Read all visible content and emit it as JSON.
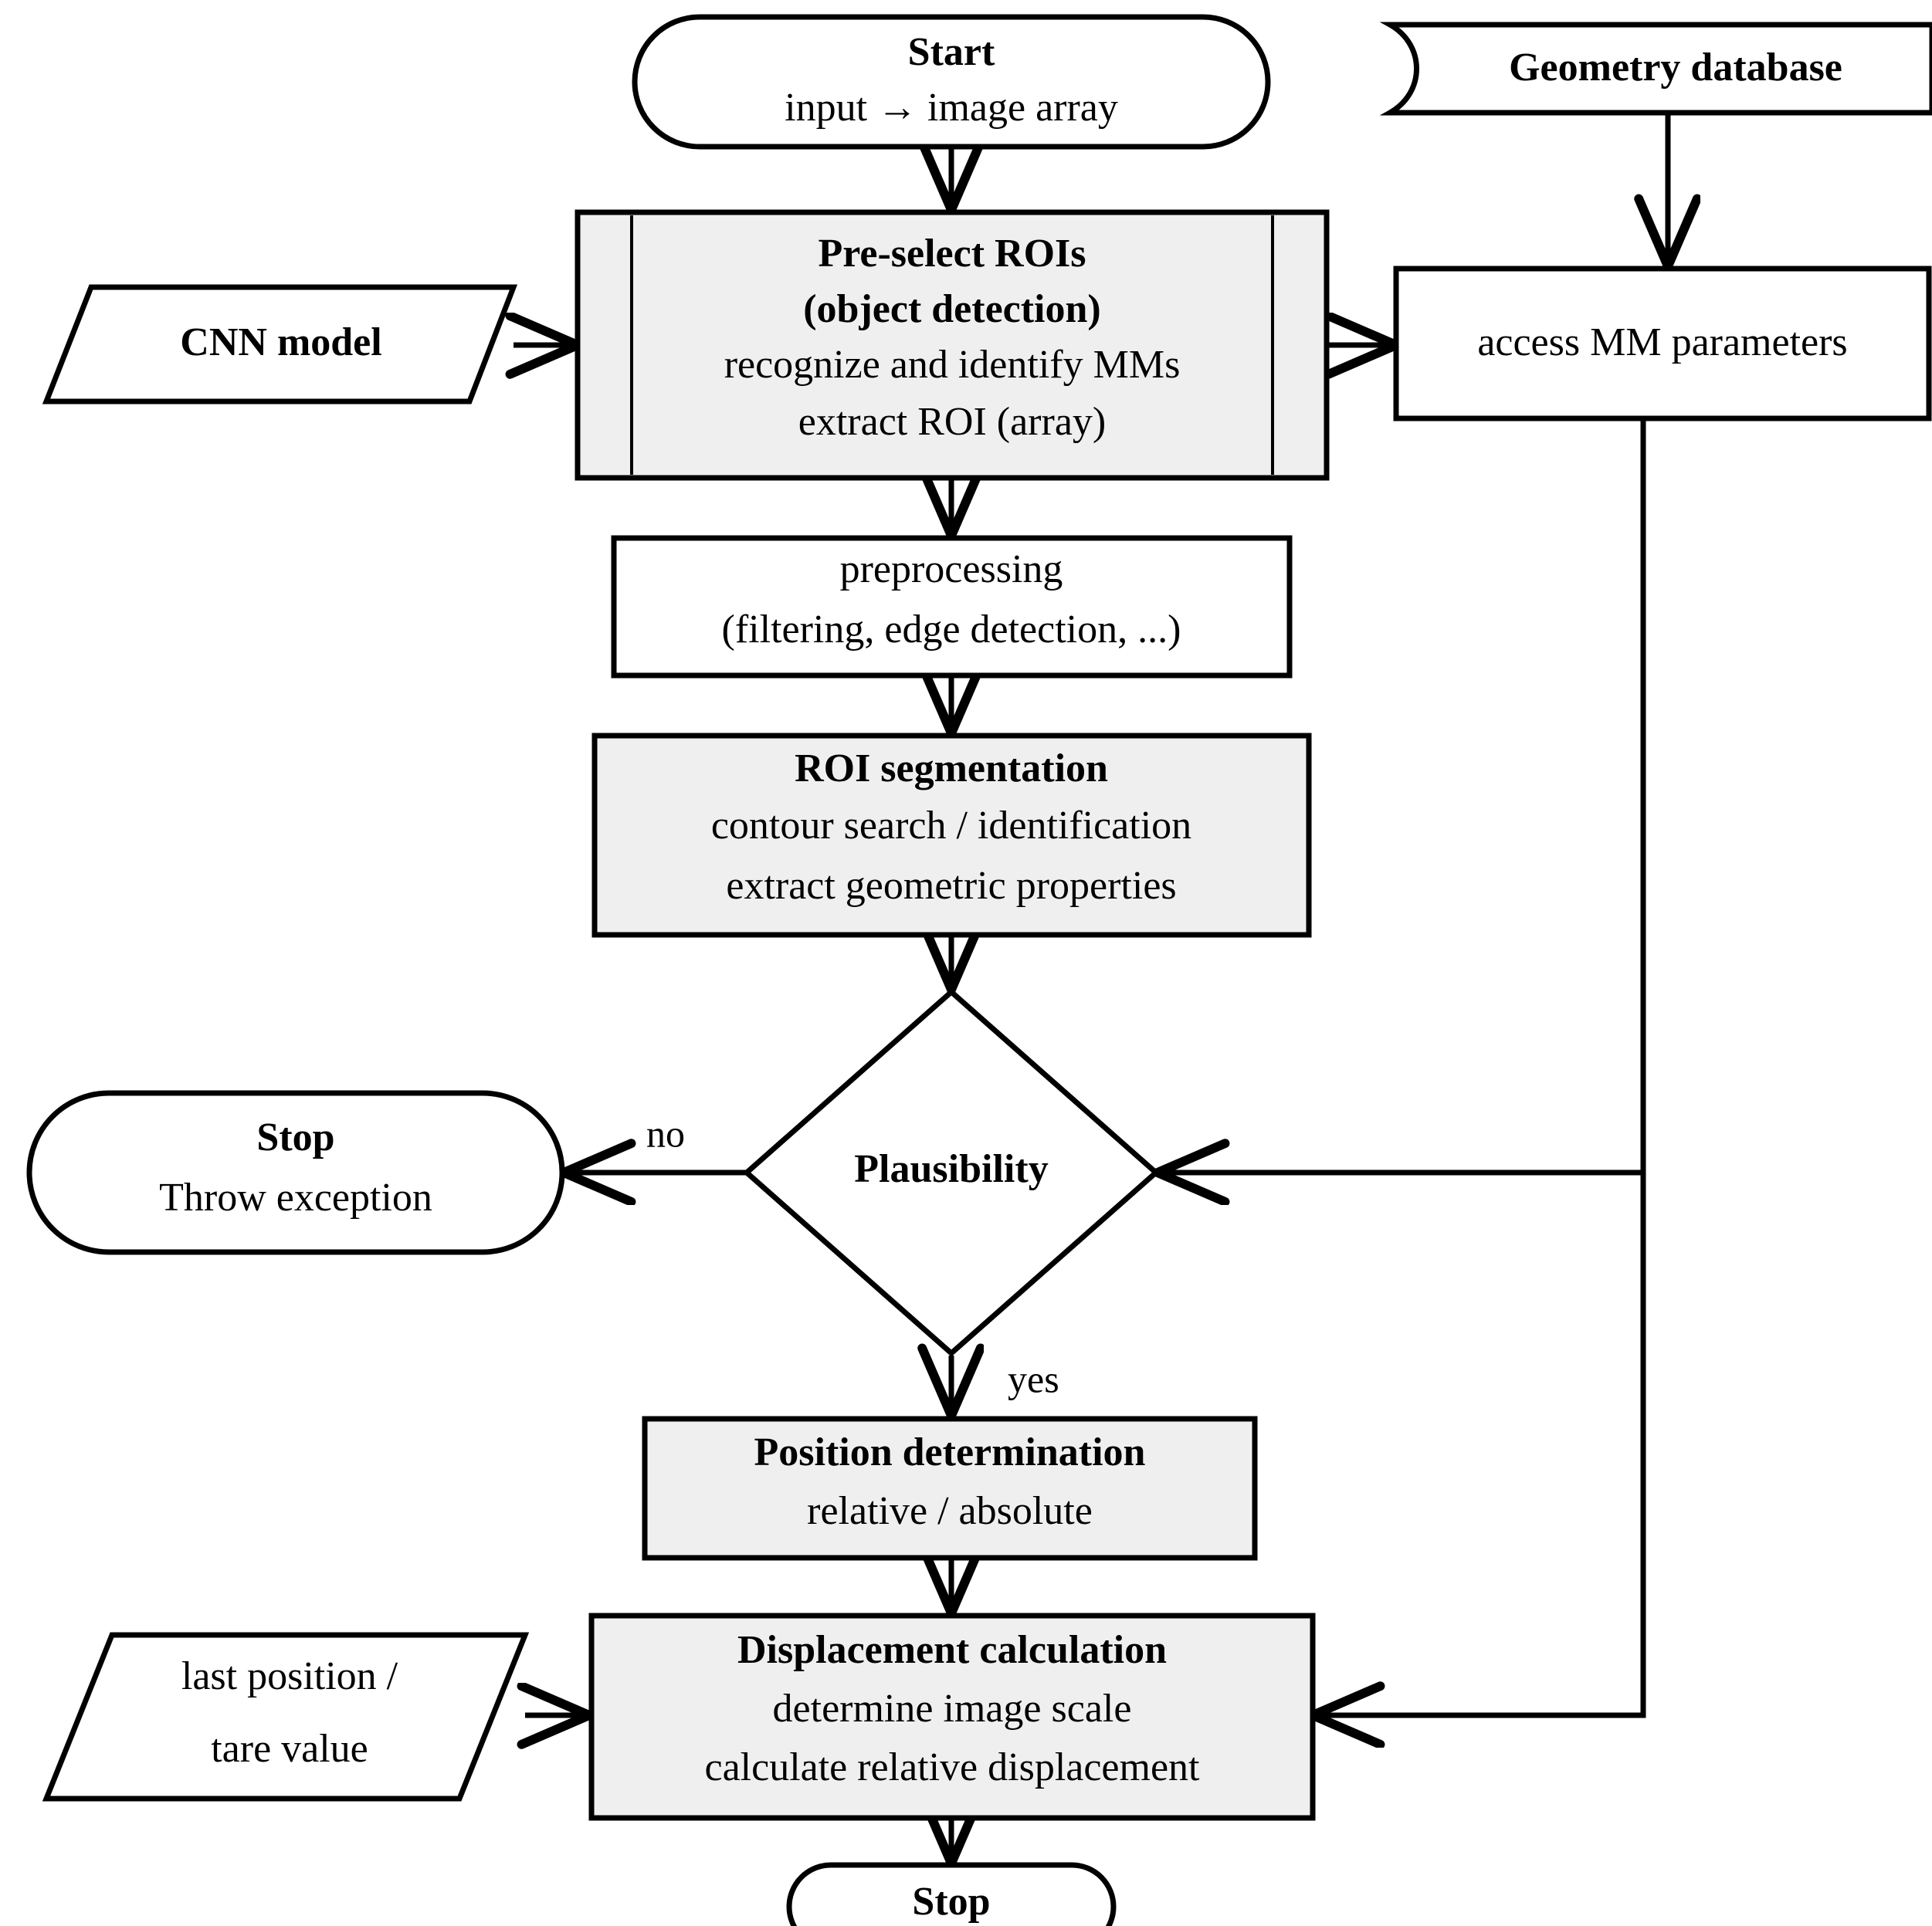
{
  "diagram": {
    "title": "Machine vision displacement measurement flowchart",
    "colors": {
      "process_fill": "#efefef",
      "plain_fill": "#ffffff",
      "stroke": "#000000",
      "text": "#000000"
    },
    "nodes": {
      "start": {
        "shape": "rounded-terminator",
        "line1": "Start",
        "line2": "input → image array"
      },
      "geometry_database": {
        "shape": "database-tape",
        "label": "Geometry database"
      },
      "cnn_model": {
        "shape": "parallelogram-input",
        "label": "CNN model"
      },
      "preselect_rois": {
        "shape": "predefined-process",
        "line1": "Pre-select ROIs",
        "line2": "(object detection)",
        "line3": "recognize and identify MMs",
        "line4": "extract ROI (array)"
      },
      "access_mm_parameters": {
        "shape": "process",
        "label": "access MM parameters"
      },
      "preprocessing": {
        "shape": "process",
        "line1": "preprocessing",
        "line2": "(filtering, edge detection, ...)"
      },
      "roi_segmentation": {
        "shape": "process",
        "line1": "ROI segmentation",
        "line2": "contour search / identification",
        "line3": "extract geometric properties"
      },
      "plausibility": {
        "shape": "decision-diamond",
        "label": "Plausibility"
      },
      "stop_exception": {
        "shape": "rounded-terminator",
        "line1": "Stop",
        "line2": "Throw exception"
      },
      "position_determination": {
        "shape": "process",
        "line1": "Position determination",
        "line2": "relative / absolute"
      },
      "displacement_calculation": {
        "shape": "process",
        "line1": "Displacement calculation",
        "line2": "determine image scale",
        "line3": "calculate relative displacement"
      },
      "last_position": {
        "shape": "parallelogram-input",
        "line1": "last position /",
        "line2": "tare value"
      },
      "stop_end": {
        "shape": "rounded-terminator",
        "label": "Stop"
      }
    },
    "edge_labels": {
      "no": "no",
      "yes": "yes"
    }
  }
}
